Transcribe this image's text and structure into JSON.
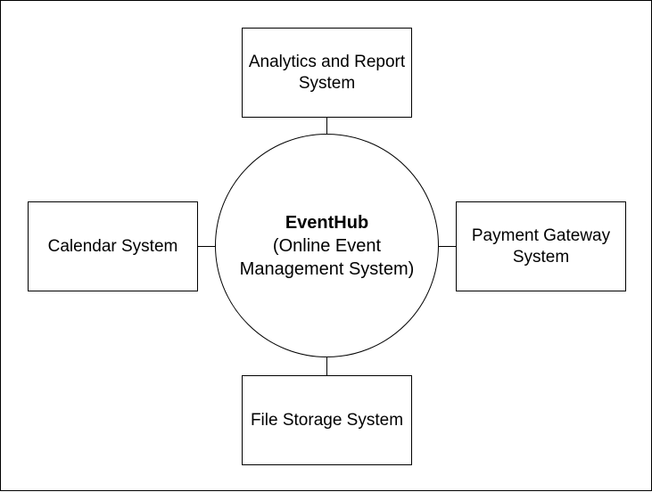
{
  "diagram": {
    "center": {
      "title": "EventHub",
      "subtitle": "(Online Event Management System)"
    },
    "nodes": [
      {
        "id": "analytics",
        "label": "Analytics and Report System"
      },
      {
        "id": "calendar",
        "label": "Calendar System"
      },
      {
        "id": "payment",
        "label": "Payment Gateway System"
      },
      {
        "id": "storage",
        "label": "File Storage System"
      }
    ],
    "edges": [
      {
        "from": "center",
        "to": "analytics"
      },
      {
        "from": "center",
        "to": "calendar"
      },
      {
        "from": "center",
        "to": "payment"
      },
      {
        "from": "center",
        "to": "storage"
      }
    ],
    "colors": {
      "stroke": "#000000",
      "fill": "#ffffff",
      "text": "#000000"
    }
  }
}
